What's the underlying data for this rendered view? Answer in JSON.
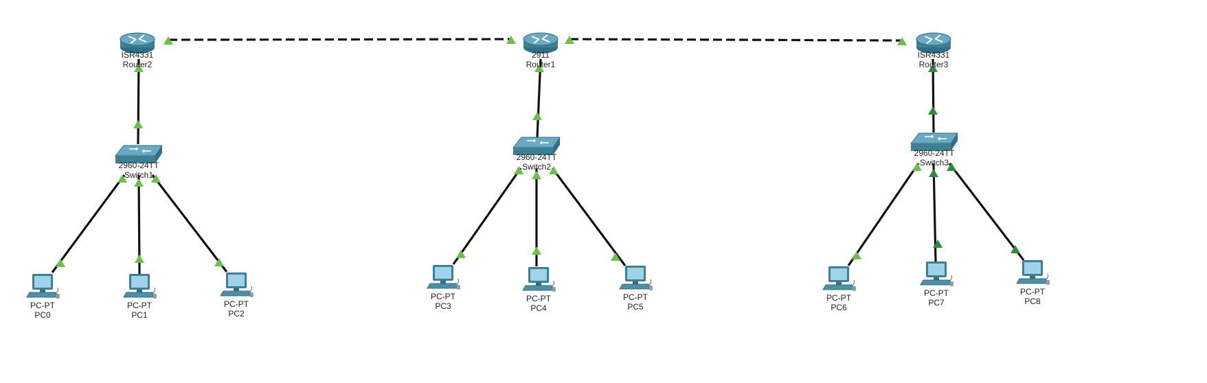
{
  "colors": {
    "link": "#111111",
    "status_up": "#6cc04a",
    "status_up_dark": "#2e8b3a",
    "router_body": "#4f8fa6",
    "switch_body": "#4a8aa2",
    "pc_screen": "#9fd3ea"
  },
  "devices": {
    "router1": {
      "model": "2911",
      "name": "Router1"
    },
    "router2": {
      "model": "ISR4331",
      "name": "Router2"
    },
    "router3": {
      "model": "ISR4331",
      "name": "Router3"
    },
    "switch1": {
      "model": "2960-24TT",
      "name": "Switch1"
    },
    "switch2": {
      "model": "2960-24TT",
      "name": "Switch2"
    },
    "switch3": {
      "model": "2960-24TT",
      "name": "Switch3"
    },
    "pc0": {
      "model": "PC-PT",
      "name": "PC0"
    },
    "pc1": {
      "model": "PC-PT",
      "name": "PC1"
    },
    "pc2": {
      "model": "PC-PT",
      "name": "PC2"
    },
    "pc3": {
      "model": "PC-PT",
      "name": "PC3"
    },
    "pc4": {
      "model": "PC-PT",
      "name": "PC4"
    },
    "pc5": {
      "model": "PC-PT",
      "name": "PC5"
    },
    "pc6": {
      "model": "PC-PT",
      "name": "PC6"
    },
    "pc7": {
      "model": "PC-PT",
      "name": "PC7"
    },
    "pc8": {
      "model": "PC-PT",
      "name": "PC8"
    }
  },
  "links": [
    {
      "from": "router2",
      "to": "router1",
      "type": "serial"
    },
    {
      "from": "router1",
      "to": "router3",
      "type": "serial"
    },
    {
      "from": "router2",
      "to": "switch1",
      "type": "ethernet"
    },
    {
      "from": "router1",
      "to": "switch2",
      "type": "ethernet"
    },
    {
      "from": "router3",
      "to": "switch3",
      "type": "ethernet"
    },
    {
      "from": "switch1",
      "to": "pc0",
      "type": "ethernet"
    },
    {
      "from": "switch1",
      "to": "pc1",
      "type": "ethernet"
    },
    {
      "from": "switch1",
      "to": "pc2",
      "type": "ethernet"
    },
    {
      "from": "switch2",
      "to": "pc3",
      "type": "ethernet"
    },
    {
      "from": "switch2",
      "to": "pc4",
      "type": "ethernet"
    },
    {
      "from": "switch2",
      "to": "pc5",
      "type": "ethernet"
    },
    {
      "from": "switch3",
      "to": "pc6",
      "type": "ethernet"
    },
    {
      "from": "switch3",
      "to": "pc7",
      "type": "ethernet"
    },
    {
      "from": "switch3",
      "to": "pc8",
      "type": "ethernet"
    }
  ],
  "link_status": "up"
}
